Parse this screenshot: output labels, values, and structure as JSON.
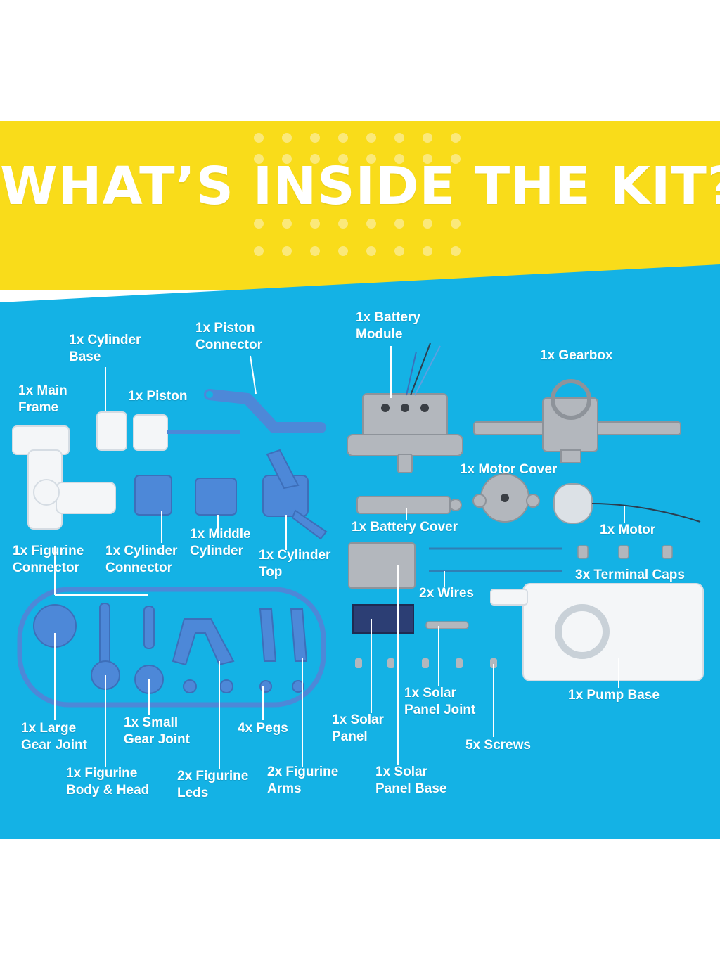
{
  "title": "WHAT’S INSIDE THE KIT?",
  "colors": {
    "yellow": "#F9DC1A",
    "blue": "#14B2E5",
    "white": "#FFFFFF",
    "part_blue": "#4D88D8",
    "part_grey": "#A9ADB3"
  },
  "labels": {
    "main_frame": [
      "1x Main",
      "Frame"
    ],
    "cylinder_base": [
      "1x Cylinder",
      "Base"
    ],
    "piston": [
      "1x Piston"
    ],
    "piston_connector": [
      "1x Piston",
      "Connector"
    ],
    "battery_module": [
      "1x Battery",
      "Module"
    ],
    "gearbox": [
      "1x Gearbox"
    ],
    "motor_cover": [
      "1x Motor Cover"
    ],
    "battery_cover": [
      "1x Battery Cover"
    ],
    "motor": [
      "1x Motor"
    ],
    "figurine_connector": [
      "1x Figurine",
      "Connector"
    ],
    "cylinder_connector": [
      "1x Cylinder",
      "Connector"
    ],
    "middle_cylinder": [
      "1x Middle",
      "Cylinder"
    ],
    "cylinder_top": [
      "1x Cylinder",
      "Top"
    ],
    "terminal_caps": [
      "3x Terminal Caps"
    ],
    "wires": [
      "2x Wires"
    ],
    "large_gear_joint": [
      "1x Large",
      "Gear Joint"
    ],
    "small_gear_joint": [
      "1x Small",
      "Gear Joint"
    ],
    "pegs": [
      "4x Pegs"
    ],
    "solar_panel": [
      "1x Solar",
      "Panel"
    ],
    "solar_panel_joint": [
      "1x Solar",
      "Panel Joint"
    ],
    "pump_base": [
      "1x Pump Base"
    ],
    "screws": [
      "5x Screws"
    ],
    "figurine_body_head": [
      "1x Figurine",
      "Body & Head"
    ],
    "figurine_leds": [
      "2x Figurine",
      "Leds"
    ],
    "figurine_arms": [
      "2x Figurine",
      "Arms"
    ],
    "solar_panel_base": [
      "1x Solar",
      "Panel Base"
    ]
  }
}
